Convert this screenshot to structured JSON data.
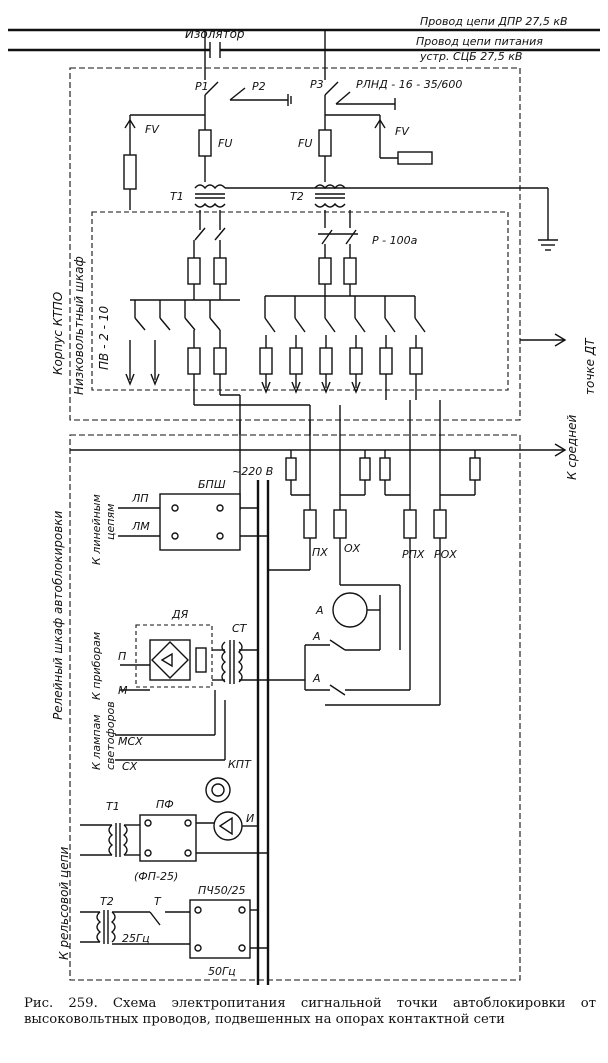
{
  "labels": {
    "insulator": "Изолятор",
    "dpr_wire": "Провод цепи ДПР 27,5 кВ",
    "supply_wire_1": "Провод цепи питания",
    "supply_wire_2": "устр. СЦБ 27,5 кВ",
    "p1": "Р1",
    "p2": "Р2",
    "p3": "Р3",
    "rlnd": "РЛНД - 16 - 35/600",
    "fv_left": "FV",
    "fv_right": "FV",
    "fu_left": "FU",
    "fu_right": "FU",
    "t1_top": "Т1",
    "t2_top": "Т2",
    "r100": "Р - 100а",
    "ktpo_housing": "Корпус КТПО",
    "lv_cabinet": "Низковольтный шкаф",
    "pv": "ПВ - 2 - 10",
    "to_mid_point_1": "К средней",
    "to_mid_point_2": "точке ДТ",
    "v220": "~220 В",
    "relay_cabinet": "Релейный шкаф автоблокировки",
    "to_line_circuits_1": "К линейным",
    "to_line_circuits_2": "цепям",
    "lp": "ЛП",
    "lm": "ЛМ",
    "bpsh": "БПШ",
    "px": "ПХ",
    "ox": "ОХ",
    "rpx": "РПХ",
    "rox": "РОХ",
    "a_motor": "А",
    "a1": "А",
    "a2": "А",
    "dya": "ДЯ",
    "st": "СТ",
    "to_devices": "К приборам",
    "p_term": "П",
    "m_term": "М",
    "to_lamps_1": "К лампам",
    "to_lamps_2": "светофоров",
    "msx": "МСХ",
    "sx": "СХ",
    "kpt": "КПТ",
    "t1_bottom": "Т1",
    "pf": "ПФ",
    "i": "И",
    "to_track_circuit": "К рельсовой цепи",
    "fp25": "(ФП-25)",
    "t2_bottom": "Т2",
    "t_contact": "Т",
    "pch": "ПЧ50/25",
    "hz25": "25Гц",
    "hz50": "50Гц"
  },
  "caption": "Рис. 259. Схема электропитания сигнальной точки автоблокировки от высоковольтных проводов, подвешенных на опорах контактной сети"
}
